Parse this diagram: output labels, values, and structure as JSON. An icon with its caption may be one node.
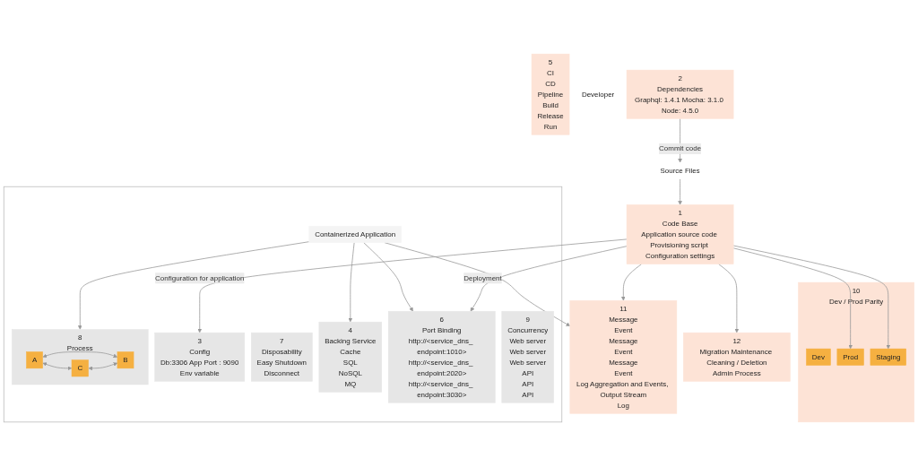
{
  "diagram": {
    "nodes": [
      {
        "text": [
          "1",
          "Code Base",
          "Application source code Provisioning script Configuration settings"
        ]
      },
      {
        "text": [
          "5",
          "CI",
          "CD",
          "Pipeline",
          "Build",
          "Release",
          "Run"
        ]
      },
      {
        "text": [
          "Source Files"
        ]
      },
      {
        "text": [
          "Developer"
        ]
      },
      {
        "text": [
          "2",
          "Dependencies",
          "Graphql: 1.4.1 Mocha: 3.1.0 Node: 4.5.0"
        ]
      },
      {
        "text": [],
        "shape": "box"
      },
      {
        "text": [
          "Containerized Application"
        ],
        "in": 5
      },
      {
        "text": [
          "3",
          "Config",
          "Db:3306 App Port : 9090",
          "Env variable"
        ],
        "in": 5
      },
      {
        "text": [
          "7",
          "Disposability",
          "Easy Shutdown",
          "Disconnect"
        ],
        "in": 5
      },
      {
        "text": [
          "4",
          "Backing Service",
          "Cache",
          "SQL",
          "NoSQL",
          "MQ"
        ],
        "in": 5
      },
      {
        "text": [
          "8",
          "Process"
        ],
        "in": 5
      },
      {
        "text": [
          "A"
        ],
        "in": 10
      },
      {
        "text": [
          "C"
        ],
        "in": 10
      },
      {
        "text": [
          "B"
        ],
        "in": 10
      },
      {
        "text": [
          "6",
          "Port Binding",
          "http://<service_dns_ endpoint:1010>",
          "http://<service_dns_ endpoint:2020>",
          "http://<service_dns_ endpoint:3030>"
        ],
        "in": 5
      },
      {
        "text": [
          "9",
          "Concurrency",
          "Web server",
          "Web server",
          "Web server",
          "API",
          "API",
          "API"
        ],
        "in": 5
      },
      {
        "text": [
          "10",
          "Dev / Prod Parity"
        ]
      },
      {
        "text": [
          "Dev"
        ],
        "in": 16
      },
      {
        "text": [
          "Prod"
        ],
        "in": 16
      },
      {
        "text": [
          "Staging"
        ],
        "in": 16
      },
      {
        "text": [
          "11",
          "Message",
          "Event",
          "Message",
          "Event",
          "Message",
          "Event",
          "Log Aggregation and Events, Output Stream",
          "Log"
        ]
      },
      {
        "text": [
          "12",
          "Migration Maintenance Cleaning / Deletion",
          "Admin Process"
        ]
      }
    ],
    "edges": [
      {
        "from": 0,
        "to": 7,
        "arrow": "to",
        "label": "Configuration for application"
      },
      {
        "from": 2,
        "to": 0,
        "arrow": "to"
      },
      {
        "from": 4,
        "to": 2,
        "arrow": "to",
        "label": "Commit code"
      },
      {
        "from": 6,
        "to": 9,
        "arrow": "to"
      },
      {
        "from": 6,
        "to": 10,
        "arrow": "to"
      },
      {
        "from": 6,
        "to": 14,
        "arrow": "to"
      },
      {
        "from": 6,
        "to": 20,
        "arrow": "to"
      },
      {
        "from": 11,
        "to": 12,
        "arrow": "both"
      },
      {
        "from": 11,
        "to": 13,
        "arrow": "both"
      },
      {
        "from": 12,
        "to": 13,
        "arrow": "both"
      },
      {
        "from": 0,
        "to": 14,
        "arrow": "to",
        "label": "Deployment"
      },
      {
        "from": 0,
        "to": 20,
        "arrow": "to"
      },
      {
        "from": 0,
        "to": 21,
        "arrow": "to"
      },
      {
        "from": 0,
        "to": 18,
        "arrow": "to"
      },
      {
        "from": 0,
        "to": 19,
        "arrow": "to"
      }
    ]
  }
}
